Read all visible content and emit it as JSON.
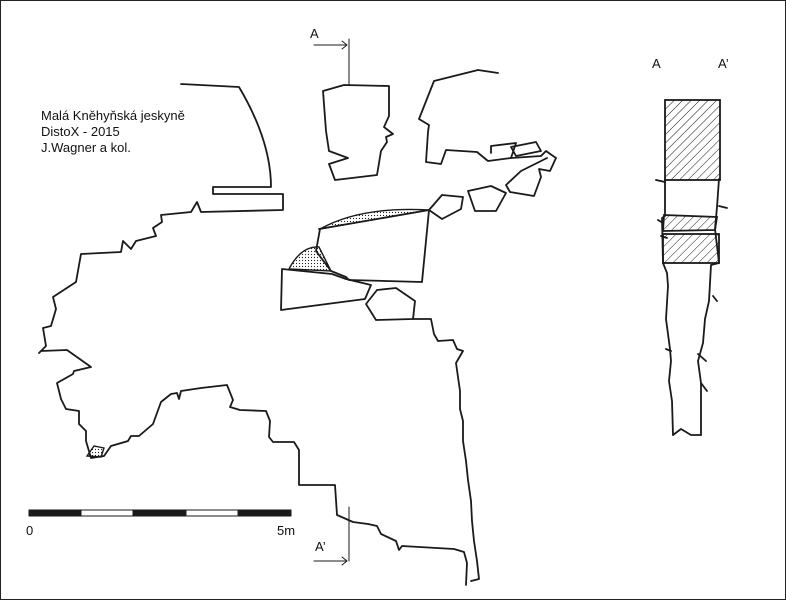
{
  "title": {
    "line1": "Malá  Kněhyňská jeskyně",
    "line2": "DistoX - 2015",
    "line3": "J.Wagner a kol."
  },
  "section_labels": {
    "top": "A",
    "bottom": "A’",
    "profile_left": "A",
    "profile_right": "A’"
  },
  "scale_bar": {
    "start_label": "0",
    "end_label": "5m",
    "length_m": 5
  },
  "colors": {
    "line": "#1a1a1a",
    "background": "#ffffff"
  }
}
